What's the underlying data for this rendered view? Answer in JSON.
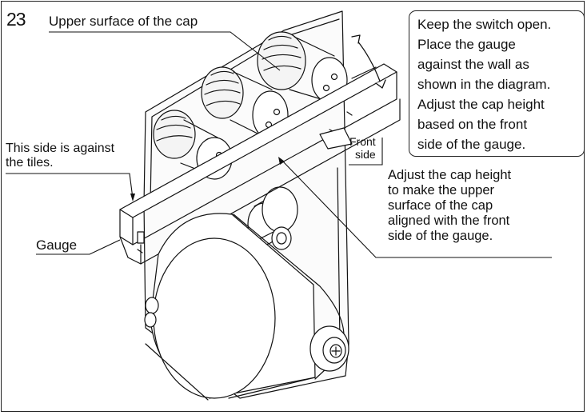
{
  "step_number": "23",
  "labels": {
    "upper_surface": "Upper surface of the cap",
    "this_side": [
      "This side is against",
      "the tiles."
    ],
    "gauge": "Gauge",
    "front_side": [
      "Front",
      "side"
    ]
  },
  "adjust_note": [
    "Adjust the cap height",
    "to make the upper",
    "surface of the cap",
    "aligned with the front",
    "side of the gauge."
  ],
  "instruction_box": [
    "Keep the switch open.",
    "Place the gauge",
    "against the wall as",
    "shown in the diagram.",
    "Adjust the cap height",
    "based on the front",
    "side of the gauge."
  ]
}
